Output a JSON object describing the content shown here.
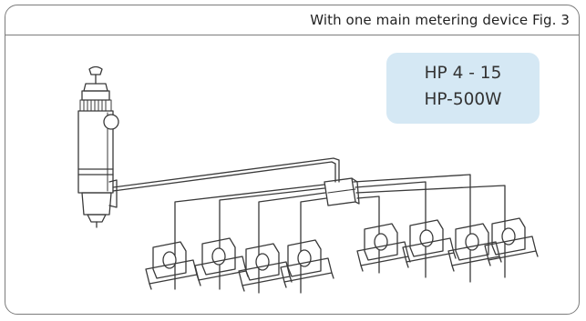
{
  "caption": "With one main metering device  Fig. 3",
  "model_box": {
    "line1": "HP 4 - 15",
    "line2": "HP-500W",
    "color": "#d5e8f4"
  },
  "colors": {
    "frame": "#7c7c7c",
    "line": "#3a3a3a"
  }
}
